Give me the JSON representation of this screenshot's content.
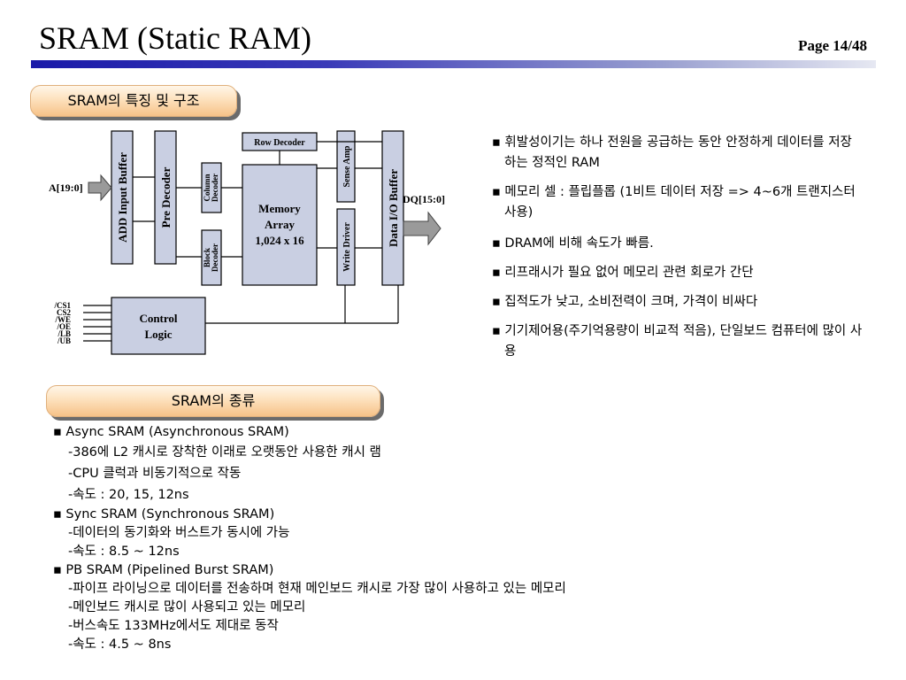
{
  "header": {
    "title": "SRAM (Static RAM)",
    "page": "Page 14/48"
  },
  "section1": {
    "label": "SRAM의 특징 및 구조"
  },
  "section2": {
    "label": "SRAM의 종류"
  },
  "diagram": {
    "addr_input": "A[19:0]",
    "dq_output": "DQ[15:0]",
    "add_input_buffer": "ADD Input Buffer",
    "pre_decoder": "Pre Decoder",
    "column_decoder_1": "Column",
    "column_decoder_2": "Decoder",
    "block_decoder_1": "Block",
    "block_decoder_2": "Decoder",
    "row_decoder": "Row Decoder",
    "memory_array_1": "Memory",
    "memory_array_2": "Array",
    "memory_array_3": "1,024 x 16",
    "sense_amp": "Sense Amp",
    "write_driver": "Write Driver",
    "data_io_buffer": "Data I/O Buffer",
    "control_logic_1": "Control",
    "control_logic_2": "Logic",
    "signals": [
      "/CS1",
      "CS2",
      "/WE",
      "/OE",
      "/LB",
      "/UB"
    ]
  },
  "features": [
    "▪ 휘발성이기는 하나 전원을 공급하는 동안 안정하게 데이터를 저장하는 정적인 RAM",
    "▪ 메모리 셀 : 플립플롭 (1비트 데이터 저장 => 4~6개 트랜지스터 사용)",
    "▪ DRAM에 비해 속도가 빠름.",
    "▪ 리프래시가 필요 없어 메모리 관련 회로가 간단",
    "▪ 집적도가 낮고, 소비전력이 크며, 가격이 비싸다",
    "▪ 기기제어용(주기억용량이 비교적 적음), 단일보드 컴퓨터에 많이 사용"
  ],
  "types": {
    "async_title": "▪ Async SRAM (Asynchronous SRAM)",
    "async_1": "-386에 L2 캐시로 장착한 이래로 오랫동안 사용한 캐시 램",
    "async_2": "-CPU 클럭과 비동기적으로 작동",
    "async_3": "-속도 : 20, 15, 12ns",
    "sync_title": "▪ Sync SRAM (Synchronous SRAM)",
    "sync_1": "-데이터의 동기화와 버스트가 동시에 가능",
    "sync_2": "-속도 : 8.5 ~ 12ns",
    "pb_title": "▪ PB SRAM (Pipelined Burst SRAM)",
    "pb_1": "-파이프 라이닝으로 데이터를 전송하며 현재 메인보드 캐시로 가장 많이 사용하고 있는 메모리",
    "pb_2": "-메인보드 캐시로 많이 사용되고 있는 메모리",
    "pb_3": "-버스속도 133MHz에서도 제대로 동작",
    "pb_4": "-속도 : 4.5 ~ 8ns"
  }
}
